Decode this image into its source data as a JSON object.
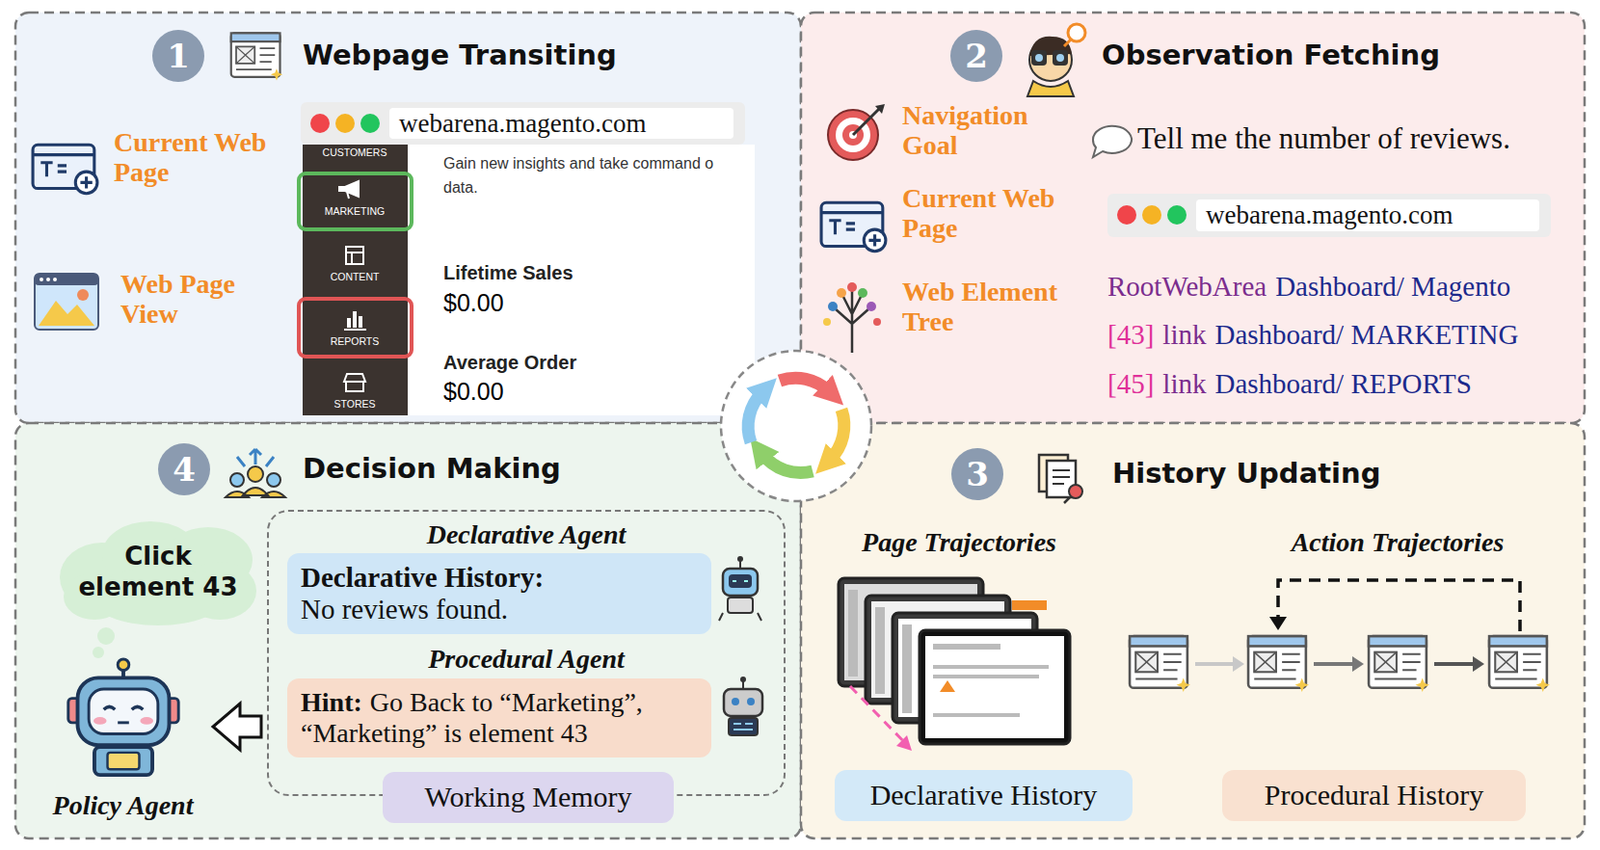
{
  "diagram": {
    "nodes": [
      {
        "text": [
          "Webpage Transiting"
        ]
      },
      {
        "text": [
          "webarena.magento.com"
        ],
        "in": 0
      },
      {
        "text": [
          "Observation Fetching"
        ]
      },
      {
        "text": [
          "webarena.magento.com"
        ],
        "in": 2
      },
      {
        "text": [
          "Decision Making"
        ]
      },
      {
        "text": [
          "Click element 43"
        ],
        "in": 4
      },
      {
        "text": [
          "Policy Agent"
        ],
        "in": 4
      },
      {
        "text": [
          "Declarative Agent",
          "Procedural Agent"
        ],
        "in": 4
      },
      {
        "text": [
          "Declarative History:",
          "No reviews found."
        ],
        "in": 7
      },
      {
        "text": [
          "Hint:",
          "Go Back to “Marketing”, “Marketing” is element 43"
        ],
        "in": 7
      },
      {
        "text": [
          "Working Memory"
        ],
        "in": 7
      },
      {
        "text": [
          "History Updating"
        ]
      },
      {
        "text": [
          "Declarative History"
        ],
        "in": 11
      },
      {
        "text": [
          "Procedural History"
        ],
        "in": 11
      }
    ],
    "edges": [
      {
        "from": 7,
        "to": 6,
        "arrow": "to"
      }
    ],
    "labels": [
      "1",
      "2",
      "3",
      "4",
      "Current Web Page",
      "Web Page View",
      "CUSTOMERS",
      "MARKETING",
      "CONTENT",
      "REPORTS",
      "STORES",
      "Gain new insights and take command o data.",
      "Lifetime Sales",
      "$0.00",
      "Average Order",
      "$0.00",
      "Navigation Goal",
      "Tell me the number of reviews.",
      "Current Web Page",
      "Web Element Tree",
      "RootWebArea",
      "Dashboard/ Magento",
      "[43]",
      "link",
      "Dashboard/ MARKETING",
      "[45]",
      "link",
      "Dashboard/ REPORTS",
      "Page Trajectories",
      "Action Trajectories"
    ]
  }
}
